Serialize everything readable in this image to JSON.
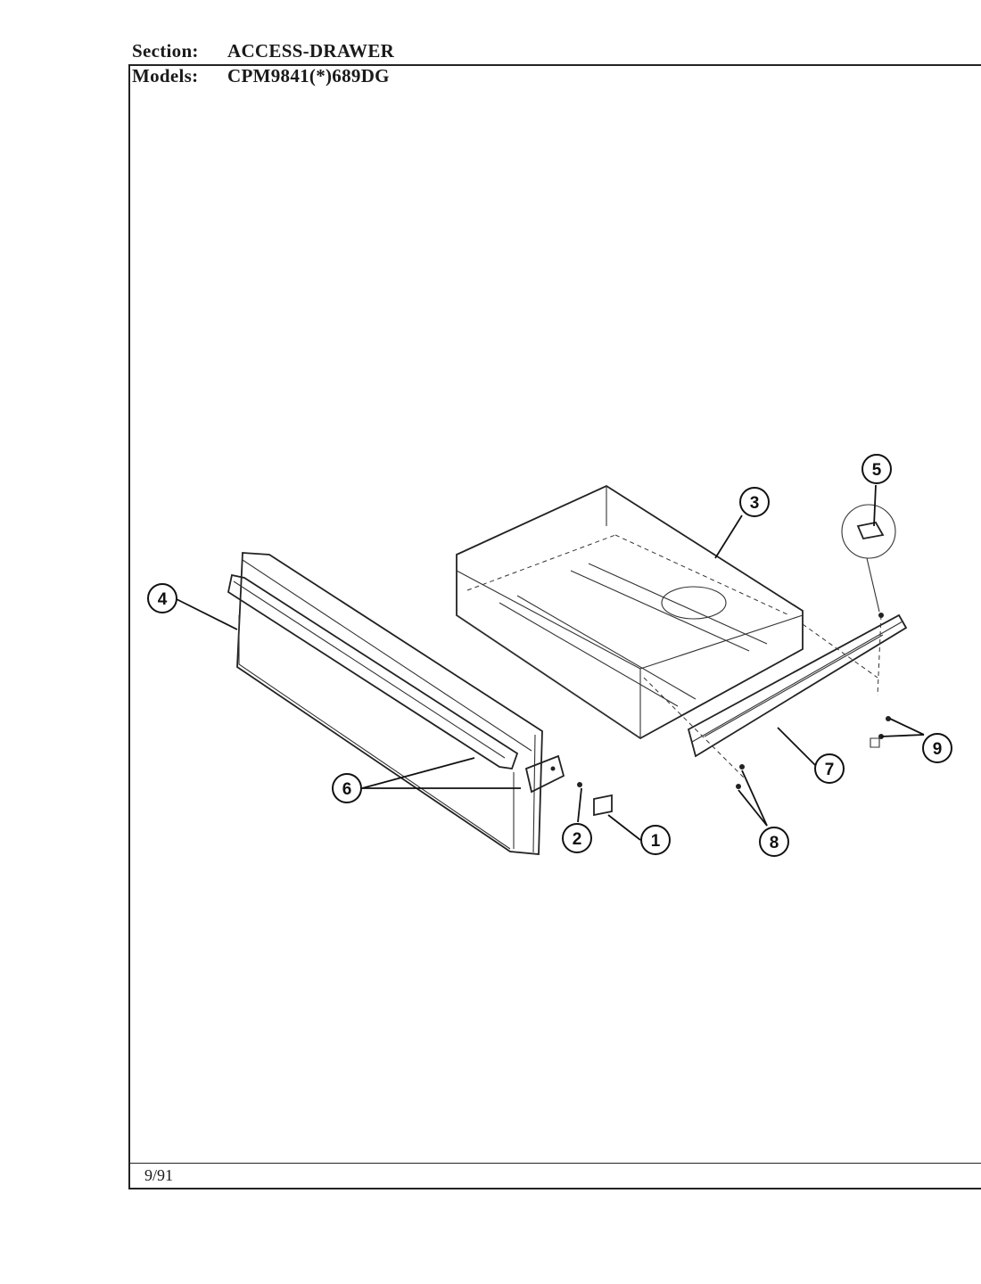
{
  "header": {
    "section_label": "Section:",
    "section_value": "ACCESS-DRAWER",
    "models_label": "Models:",
    "models_value": "CPM9841(*)689DG"
  },
  "footer": {
    "date": "9/91"
  },
  "callouts": [
    "1",
    "2",
    "3",
    "4",
    "5",
    "6",
    "7",
    "8",
    "9"
  ]
}
